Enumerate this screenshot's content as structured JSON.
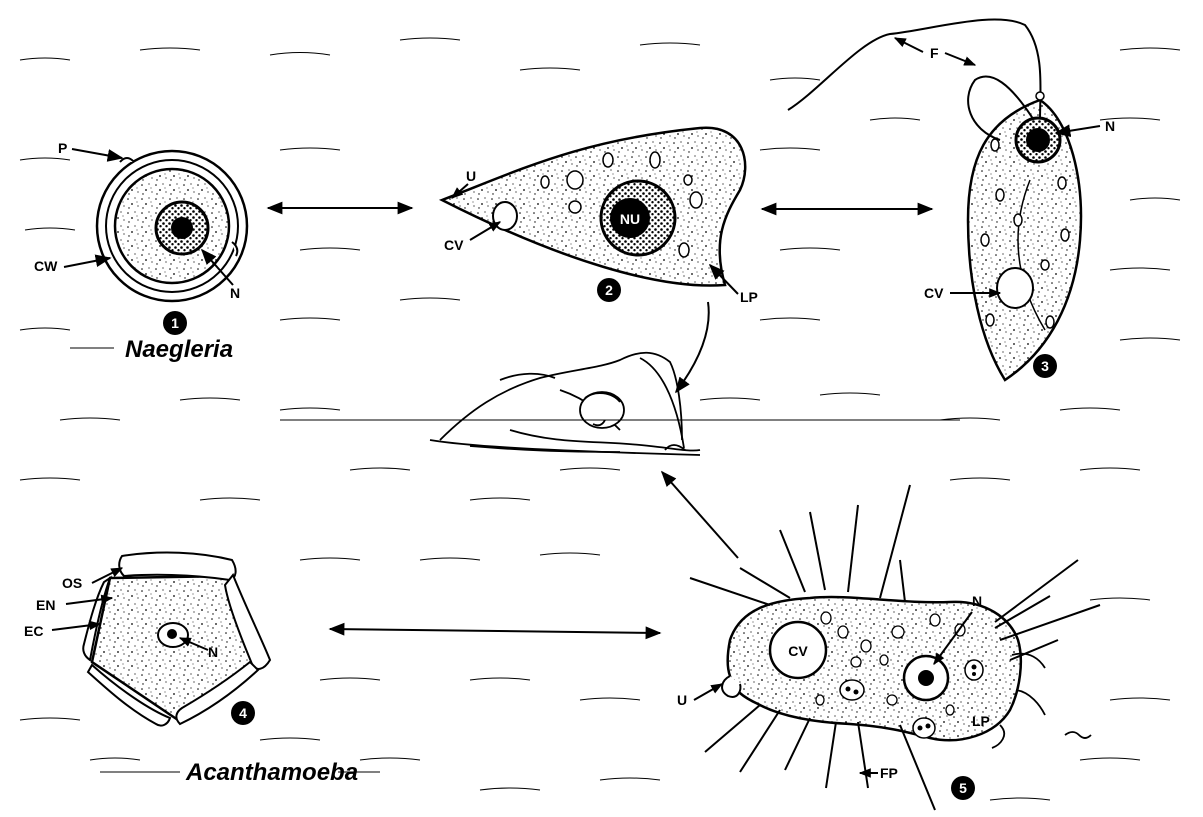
{
  "captions": {
    "naegleria": "Naegleria",
    "acanthamoeba": "Acanthamoeba"
  },
  "stages": [
    "1",
    "2",
    "3",
    "4",
    "5"
  ],
  "labels": {
    "p": "P",
    "cw": "CW",
    "n1": "N",
    "u2": "U",
    "cv2": "CV",
    "nu": "NU",
    "lp2": "LP",
    "f": "F",
    "n3": "N",
    "cv3": "CV",
    "os": "OS",
    "en": "EN",
    "ec": "EC",
    "n4": "N",
    "n5": "N",
    "cv5": "CV",
    "u5": "U",
    "lp5": "LP",
    "fp": "FP"
  }
}
